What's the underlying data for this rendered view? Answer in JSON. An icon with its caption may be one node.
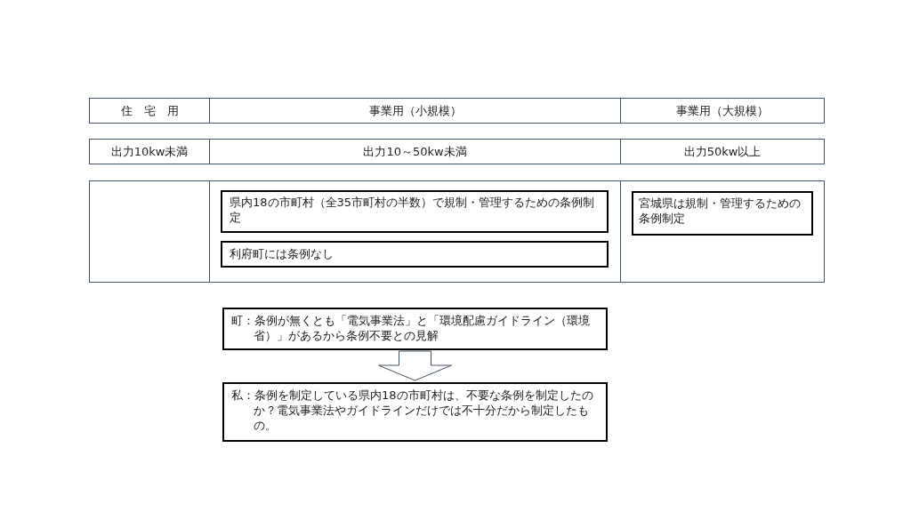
{
  "diagram": {
    "nodes": [
      {
        "text": [
          "住　宅　用"
        ]
      },
      {
        "text": [
          "事業用（小規模）"
        ]
      },
      {
        "text": [
          "事業用（大規模）"
        ]
      },
      {
        "text": [
          "出力10kw未満"
        ]
      },
      {
        "text": [
          "出力10～50kw未満"
        ]
      },
      {
        "text": [
          "出力50kw以上"
        ]
      },
      {
        "text": [],
        "shape": "box"
      },
      {
        "text": [],
        "shape": "box"
      },
      {
        "text": [
          "県内18の市町村（全35市町村の半数）で規制・管理するための条例制定"
        ],
        "in": 7
      },
      {
        "text": [
          "利府町には条例なし"
        ],
        "in": 7
      },
      {
        "text": [],
        "shape": "box"
      },
      {
        "text": [
          "宮城県は規制・管理するための条例制定"
        ],
        "in": 10
      },
      {
        "text": [
          "町：条例が無くとも「電気事業法」と「環境配慮ガイドライン（環境省）」があるから条例不要との見解"
        ]
      },
      {
        "text": [
          "私：条例を制定している県内18の市町村は、不要な条例を制定したのか？電気事業法やガイドラインだけでは不十分だから制定したもの。"
        ]
      }
    ],
    "edges": [
      {
        "from": 12,
        "to": 13,
        "arrow": "to"
      }
    ]
  }
}
